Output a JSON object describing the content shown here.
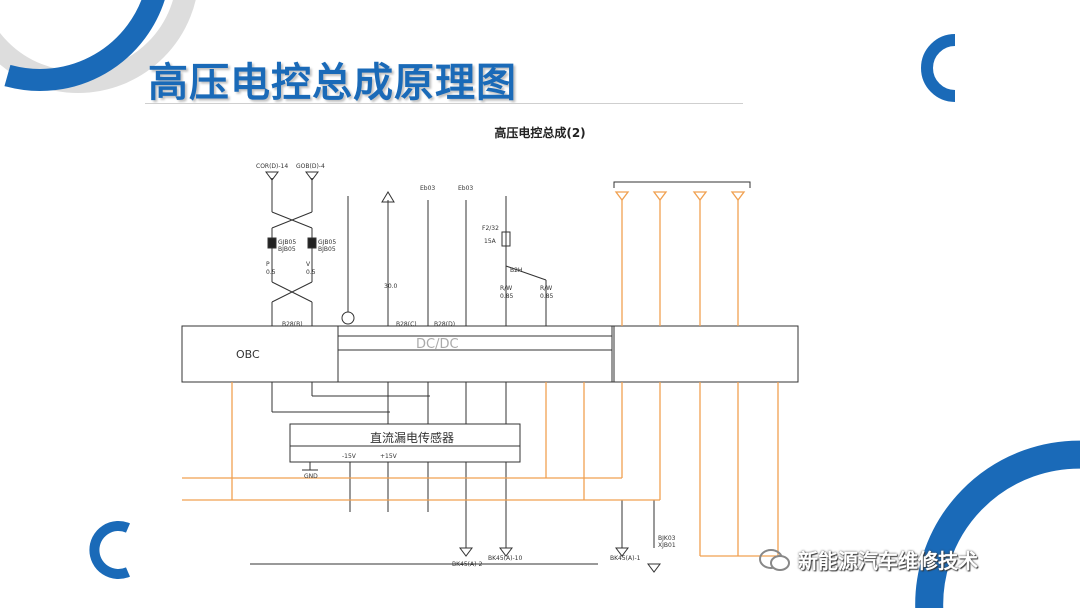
{
  "slide": {
    "title": "高压电控总成原理图",
    "diagram_title": "高压电控总成(2)",
    "watermark": "新能源汽车维修技术",
    "colors": {
      "accent_blue": "#1a6ab8",
      "wire_orange": "#f0a050",
      "wire_black": "#333333"
    }
  },
  "diagram": {
    "obc_label": "OBC",
    "dcdc_label": "DC/DC",
    "sensor_label": "直流漏电传感器",
    "top_left_left_pin": "COR(D)-14",
    "top_left_right_pin": "GOB(D)-4",
    "twisted_pair_left_code": "GJB05",
    "twisted_pair_right_code": "GJB05",
    "twisted_pair_left_sub": "BJB05",
    "twisted_pair_right_sub": "BJB05",
    "wire_size_left": "0.5",
    "wire_size_right": "0.5",
    "wire_color_left": "P",
    "wire_color_right": "V",
    "top_label_eb_1": "Eb03",
    "top_label_eb_2": "Eb03",
    "fuse_name": "F2/32",
    "fuse_rating": "15A",
    "connector_b28": "B28(B)",
    "connector_b28c": "B28(C)",
    "connector_b28d": "B28(D)",
    "relay_label": "B2H",
    "wire_label_30": "30.0",
    "rw_left": "R/W",
    "rw_right": "R/W",
    "rw_left_size": "0.85",
    "rw_right_size": "0.85",
    "sensor_pin_1": "-15V",
    "sensor_pin_2": "+15V",
    "gnd_label": "GND",
    "bottom_conn_1": "BK45(A)-2",
    "bottom_conn_2": "BK45(A)-10",
    "bottom_conn_3": "BK45(A)-1",
    "bottom_bj": "BJK03",
    "bottom_bj2": "XJB01"
  }
}
